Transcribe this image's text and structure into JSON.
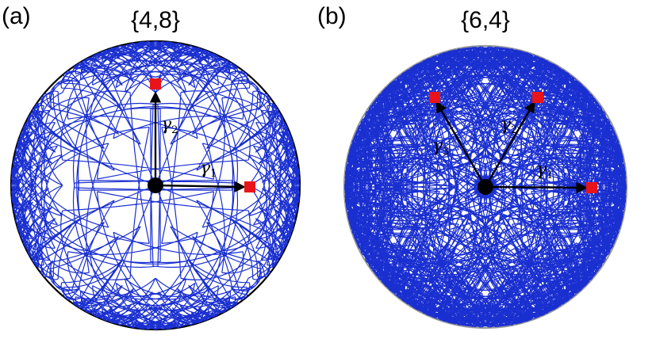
{
  "panels": [
    {
      "id": "a",
      "letter": "(a)",
      "title": "{4,8}",
      "p": 4,
      "q": 8,
      "boundary_color": "#000000",
      "line_color": "#1a2fd0",
      "vectors": [
        {
          "label": "γ",
          "sub": "1"
        },
        {
          "label": "γ",
          "sub": "2"
        }
      ]
    },
    {
      "id": "b",
      "letter": "(b)",
      "title": "{6,4}",
      "p": 6,
      "q": 4,
      "boundary_color": "#999999",
      "line_color": "#1a2fd0",
      "vectors": [
        {
          "label": "γ",
          "sub": "1"
        },
        {
          "label": "γ",
          "sub": "2"
        },
        {
          "label": "γ",
          "sub": "3"
        }
      ]
    }
  ],
  "colors": {
    "site": "#e8141a",
    "center": "#000000",
    "arrow": "#000000"
  }
}
